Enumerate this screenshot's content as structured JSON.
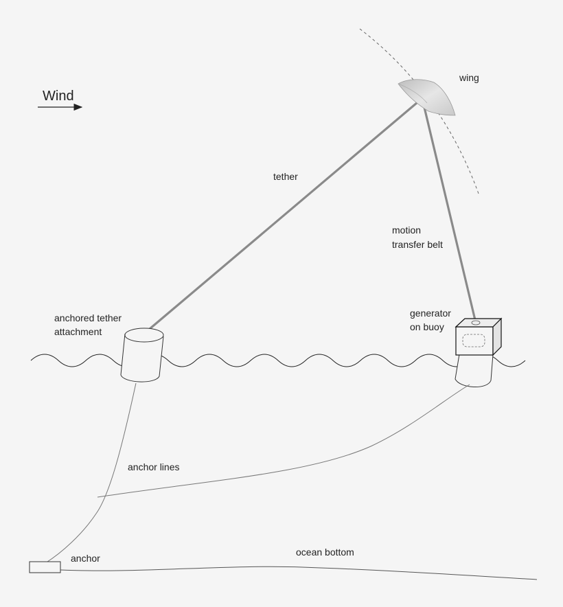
{
  "labels": {
    "wind": "Wind",
    "wing": "wing",
    "tether": "tether",
    "motion_line1": "motion",
    "motion_line2": "transfer belt",
    "anchored_line1": "anchored  tether",
    "anchored_line2": "attachment",
    "generator_line1": "generator",
    "generator_line2": "on buoy",
    "anchor_lines": "anchor lines",
    "anchor": "anchor",
    "ocean_bottom": "ocean bottom"
  },
  "colors": {
    "background": "#f5f5f5",
    "tether": "#8a8a8a",
    "line": "#555555",
    "wing_fill": "#d6d6d6"
  }
}
